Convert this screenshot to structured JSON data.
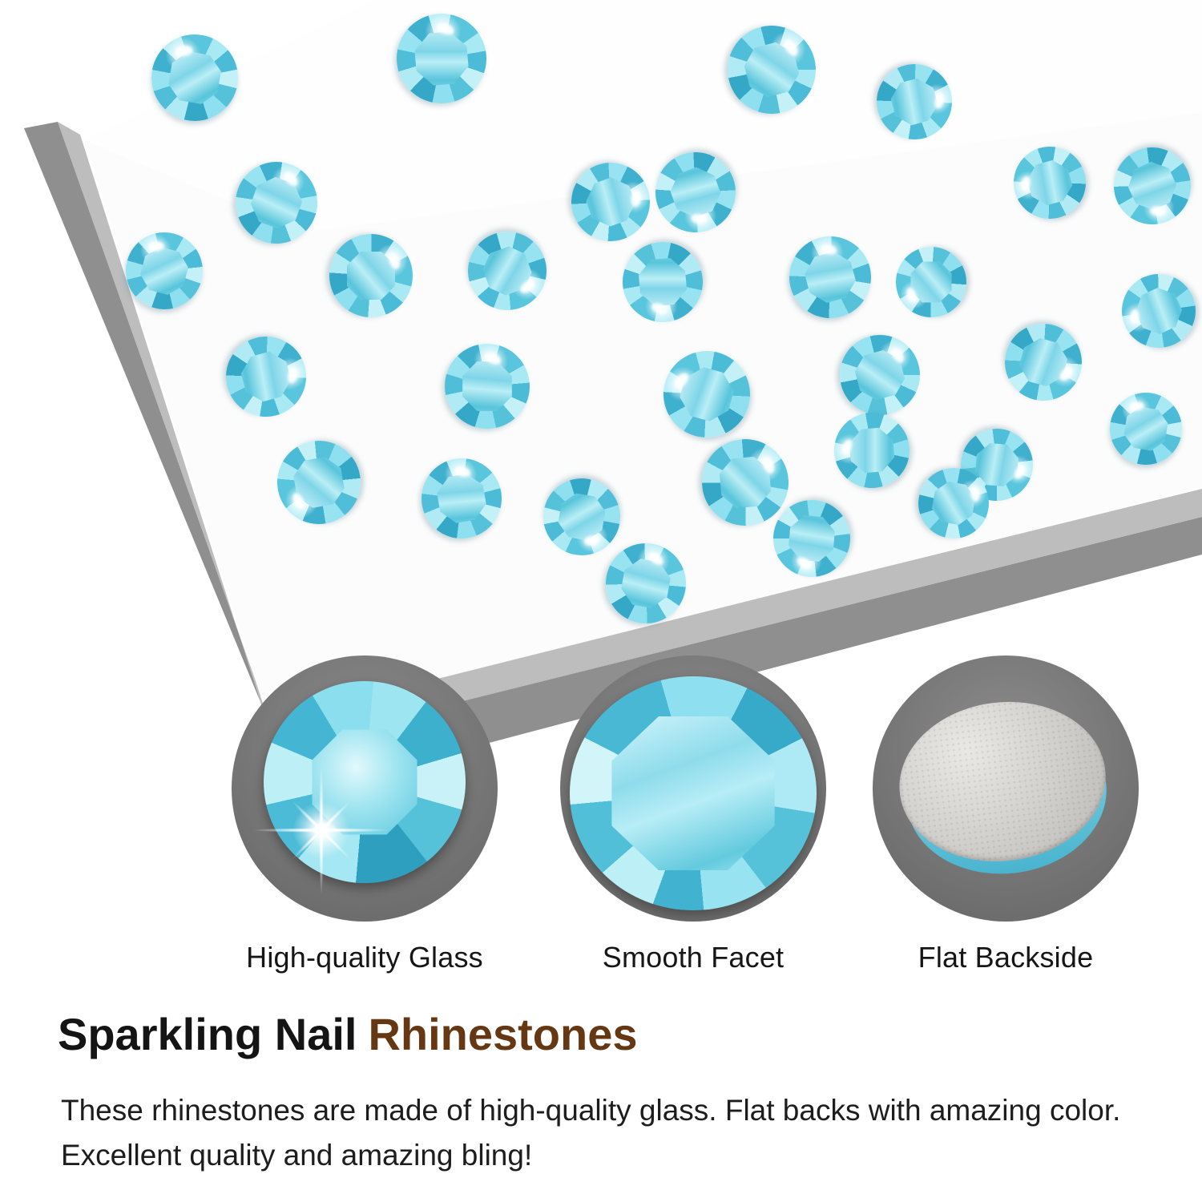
{
  "callouts": [
    {
      "label": "High-quality Glass"
    },
    {
      "label": "Smooth Facet"
    },
    {
      "label": "Flat Backside"
    }
  ],
  "heading": {
    "part1": "Sparkling Nail",
    "part2": "Rhinestones"
  },
  "description": {
    "line1": "These rhinestones are made of high-quality glass. Flat backs with amazing color.",
    "line2": "Excellent quality and amazing bling!"
  },
  "colors": {
    "rhinestone_aqua": "#5cc6de",
    "heading_brown": "#653813",
    "callout_circle_gray": "#767676",
    "sheet_shadow_gray": "#9b9b9b"
  }
}
